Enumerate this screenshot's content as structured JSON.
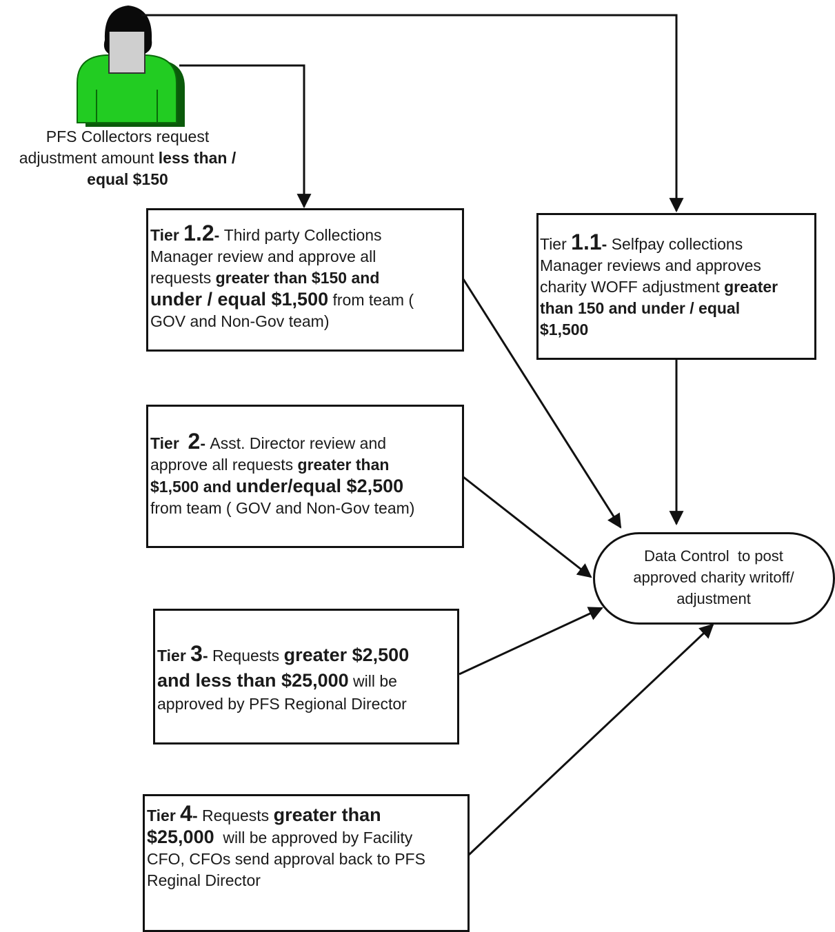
{
  "actor": {
    "caption_l1": "PFS Collectors request",
    "caption_l2a": "adjustment amount ",
    "caption_l2b": "less than /",
    "caption_l3": "equal  $150"
  },
  "tier12": {
    "tier": "Tier",
    "num": "1.2",
    "dash": "- ",
    "l1": "Third party Collections",
    "l2": "Manager review and approve all",
    "l3a": "requests ",
    "l3b": "greater than $150 and",
    "l4a": "under / equal $1,500",
    "l4b": " from team (",
    "l5": "GOV and Non-Gov team)"
  },
  "tier11": {
    "tier": "Tier ",
    "num": "1.1",
    "dash": "- ",
    "l1": "Selfpay collections",
    "l2": "Manager reviews and approves",
    "l3a": "charity WOFF adjustment ",
    "l3b": "greater",
    "l4": "than 150 and under / equal",
    "l5": "$1,500"
  },
  "tier2": {
    "tier": "Tier  ",
    "num": "2",
    "dash": "- ",
    "l1": "Asst. Director review and",
    "l2a": "approve all requests ",
    "l2b": "greater than",
    "l3a": "$1,500 and ",
    "l3b": "under/equal $2,500",
    "l4": "from team ( GOV and Non-Gov team)"
  },
  "tier3": {
    "tier": "Tier ",
    "num": "3",
    "dash": "- ",
    "l1a": "Requests ",
    "l1b": "greater $2,500",
    "l2a": "and less than $25,000",
    "l2b": " will be",
    "l3": "approved by PFS Regional Director"
  },
  "tier4": {
    "tier": "Tier ",
    "num": "4",
    "dash": "- ",
    "l1a": "Requests ",
    "l1b": "greater than",
    "l2a": "$25,000",
    "l2b": "  will be approved by Facility",
    "l3": "CFO, CFOs send approval back to  PFS",
    "l4": "Reginal Director"
  },
  "terminal": {
    "l1": "Data Control  to post",
    "l2": "approved charity writoff/",
    "l3": "adjustment"
  },
  "colors": {
    "person_body": "#22cc22",
    "person_shadow": "#0a6a0a",
    "person_head": "#cfcfcf",
    "hair": "#0a0a0a"
  }
}
